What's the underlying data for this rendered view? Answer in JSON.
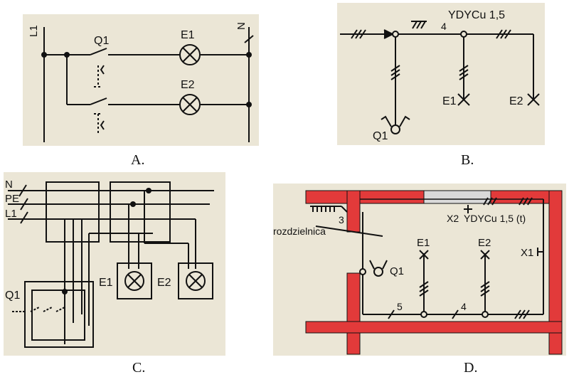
{
  "panels": {
    "a": {
      "caption": "A.",
      "labels": {
        "l1": "L1",
        "n": "N",
        "q1": "Q1",
        "e1": "E1",
        "e2": "E2"
      }
    },
    "b": {
      "caption": "B.",
      "labels": {
        "cable": "YDYCu  1,5",
        "wire_count": "4",
        "q1": "Q1",
        "e1": "E1",
        "e2": "E2"
      }
    },
    "c": {
      "caption": "C.",
      "labels": {
        "n": "N",
        "pe": "PE",
        "l1": "L1",
        "q1": "Q1",
        "e1": "E1",
        "e2": "E2"
      }
    },
    "d": {
      "caption": "D.",
      "labels": {
        "distribution_board": "rozdzielnica",
        "board_wires": "3",
        "x2": "X2",
        "cable": "YDYCu 1,5 (t)",
        "q1": "Q1",
        "e1": "E1",
        "e2": "E2",
        "x1": "X1",
        "wires_5": "5",
        "wires_4": "4"
      }
    },
    "colors": {
      "panel_bg": "#ebe6d6",
      "wall_red": "#e23a3a",
      "line": "#111111",
      "gap_grey": "#d9d9d9"
    }
  }
}
